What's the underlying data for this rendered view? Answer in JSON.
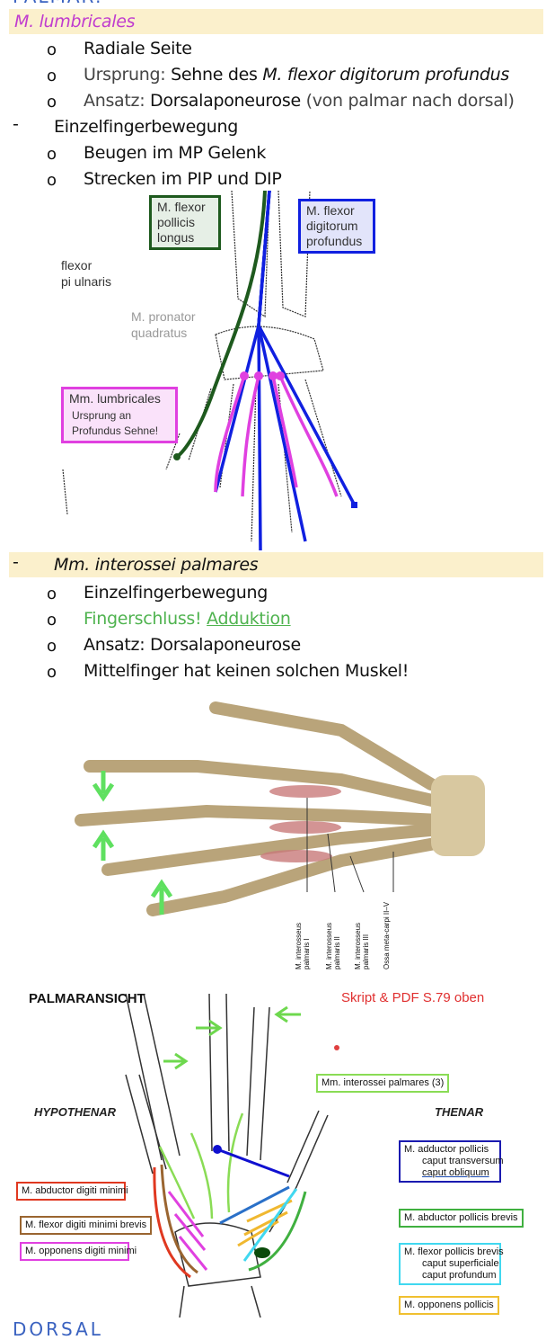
{
  "section_title": "PALMAR:",
  "next_section_title": "DORSAL",
  "lumbricales": {
    "heading": "M. lumbricales",
    "items": [
      {
        "text": "Radiale Seite"
      },
      {
        "prefix": "Ursprung: ",
        "bold": "Sehne des ",
        "italic": "M. flexor digitorum profundus"
      },
      {
        "prefix": "Ansatz: ",
        "bold": "Dorsalaponeurose",
        "suffix": " (von palmar nach dorsal)"
      }
    ],
    "movement": "Einzelfingerbewegung",
    "movement_items": [
      "Beugen im MP Gelenk",
      "Strecken im PIP und DIP"
    ]
  },
  "figure1": {
    "fpl": "M. flexor pollicis longus",
    "fpl_lines": [
      "M. flexor",
      "pollicis",
      "longus"
    ],
    "fdp_lines": [
      "M. flexor",
      "digitorum",
      "profundus"
    ],
    "fcu_lines": [
      "flexor",
      "pi ulnaris"
    ],
    "pq_lines": [
      "M. pronator",
      "quadratus"
    ],
    "lumb_title": "Mm. lumbricales",
    "lumb_sub": [
      "Ursprung an",
      "Profundus Sehne!"
    ],
    "colors": {
      "fpl": "#1e5a1e",
      "fdp": "#1020e0",
      "lumb": "#e040e0"
    }
  },
  "interossei": {
    "heading": "Mm. interossei palmares",
    "items": [
      {
        "text": "Einzelfingerbewegung"
      },
      {
        "text": "Fingerschluss! ",
        "link": "Adduktion"
      },
      {
        "text": "Ansatz: Dorsalaponeurose"
      },
      {
        "text": "Mittelfinger hat keinen solchen Muskel!"
      }
    ]
  },
  "figure2": {
    "labels": [
      "M. interosseus palmaris I",
      "M. interosseus palmaris II",
      "M. interosseus palmaris III",
      "Ossa meta-carpi II–V"
    ]
  },
  "figure3": {
    "title": "PALMARANSICHT",
    "reference": "Skript & PDF S.79 oben",
    "hypothenar": "HYPOTHENAR",
    "thenar": "THENAR",
    "interossei": "Mm. interossei palmares (3)",
    "adductor": [
      "M. adductor pollicis",
      "caput transversum",
      "caput obliquum"
    ],
    "abd_dig_min": "M. abductor digiti minimi",
    "flex_dig_min": "M. flexor digiti minimi brevis",
    "opp_dig_min": "M. opponens digiti minimi",
    "abd_poll": "M. abductor pollicis brevis",
    "flex_poll": [
      "M. flexor pollicis brevis",
      "caput superficiale",
      "caput profundum"
    ],
    "opp_poll": "M. opponens pollicis"
  }
}
